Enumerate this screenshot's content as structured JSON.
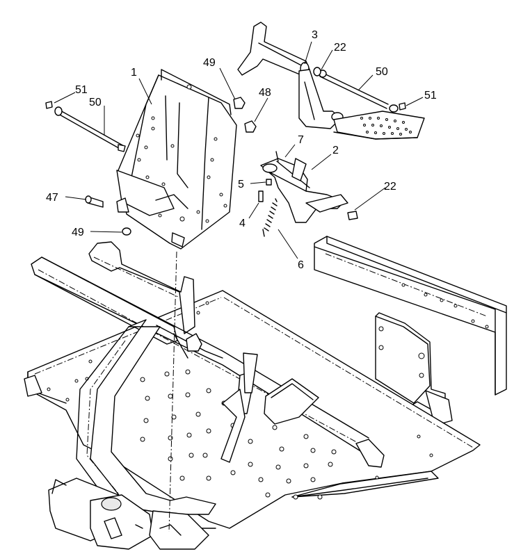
{
  "diagram": {
    "callouts": [
      {
        "id": "c-1",
        "label": "1"
      },
      {
        "id": "c-3",
        "label": "3"
      },
      {
        "id": "c-22a",
        "label": "22"
      },
      {
        "id": "c-50a",
        "label": "50"
      },
      {
        "id": "c-51a",
        "label": "51"
      },
      {
        "id": "c-49a",
        "label": "49"
      },
      {
        "id": "c-48",
        "label": "48"
      },
      {
        "id": "c-51b",
        "label": "51"
      },
      {
        "id": "c-50b",
        "label": "50"
      },
      {
        "id": "c-7",
        "label": "7"
      },
      {
        "id": "c-2",
        "label": "2"
      },
      {
        "id": "c-5",
        "label": "5"
      },
      {
        "id": "c-22b",
        "label": "22"
      },
      {
        "id": "c-47",
        "label": "47"
      },
      {
        "id": "c-4",
        "label": "4"
      },
      {
        "id": "c-49b",
        "label": "49"
      },
      {
        "id": "c-6",
        "label": "6"
      }
    ]
  }
}
